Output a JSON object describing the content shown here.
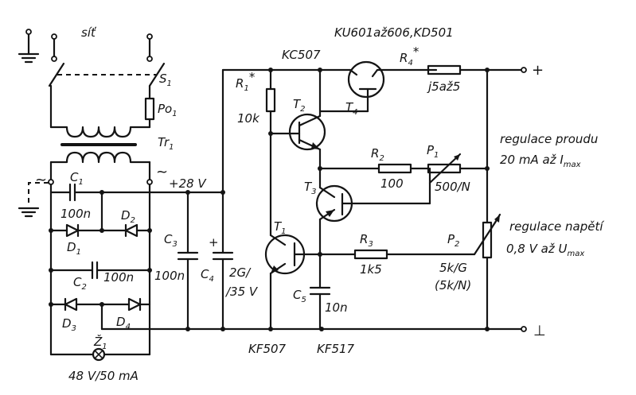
{
  "mains": {
    "label": "síť"
  },
  "switch": {
    "name": "S",
    "sub": "1"
  },
  "fuse": {
    "name": "Po",
    "sub": "1"
  },
  "transformer": {
    "name": "Tr",
    "sub": "1"
  },
  "ac_symbol": "~",
  "supply_voltage": "+28 V",
  "c1": {
    "name": "C",
    "sub": "1",
    "value": "100n"
  },
  "d1": {
    "name": "D",
    "sub": "1"
  },
  "d2": {
    "name": "D",
    "sub": "2"
  },
  "c2": {
    "name": "C",
    "sub": "2",
    "value": "100n"
  },
  "d3": {
    "name": "D",
    "sub": "3"
  },
  "d4": {
    "name": "D",
    "sub": "4"
  },
  "z1": {
    "name": "Ž",
    "sub": "1",
    "value": "48 V/50 mA"
  },
  "c3": {
    "name": "C",
    "sub": "3",
    "value": "100n"
  },
  "c4": {
    "name": "C",
    "sub": "4",
    "value_1": "2G/",
    "value_2": "/35 V",
    "plus": "+"
  },
  "r1": {
    "name": "R",
    "sub": "1",
    "star": "*",
    "value": "10k"
  },
  "t1": {
    "name": "T",
    "sub": "1",
    "type": "KF507"
  },
  "t2": {
    "name": "T",
    "sub": "2",
    "type": "KC507"
  },
  "t3": {
    "name": "T",
    "sub": "3",
    "type": "KF517"
  },
  "t4": {
    "name": "T",
    "sub": "4",
    "type": "KU601až606,KD501"
  },
  "c5": {
    "name": "C",
    "sub": "5",
    "value": "10n"
  },
  "r2": {
    "name": "R",
    "sub": "2",
    "value": "100"
  },
  "r3": {
    "name": "R",
    "sub": "3",
    "value": "1k5"
  },
  "r4": {
    "name": "R",
    "sub": "4",
    "star": "*",
    "value": "j5až5"
  },
  "p1": {
    "name": "P",
    "sub": "1",
    "value": "500/N"
  },
  "p2": {
    "name": "P",
    "sub": "2",
    "value_1": "5k/G",
    "value_2": "(5k/N)"
  },
  "current_reg": {
    "line1": "regulace proudu",
    "line2_prefix": "20 mA až I",
    "line2_sub": "max"
  },
  "voltage_reg": {
    "line1": "regulace napětí",
    "line2_prefix": "0,8 V až U",
    "line2_sub": "max"
  },
  "out_plus": "+",
  "out_ground": "⊥"
}
